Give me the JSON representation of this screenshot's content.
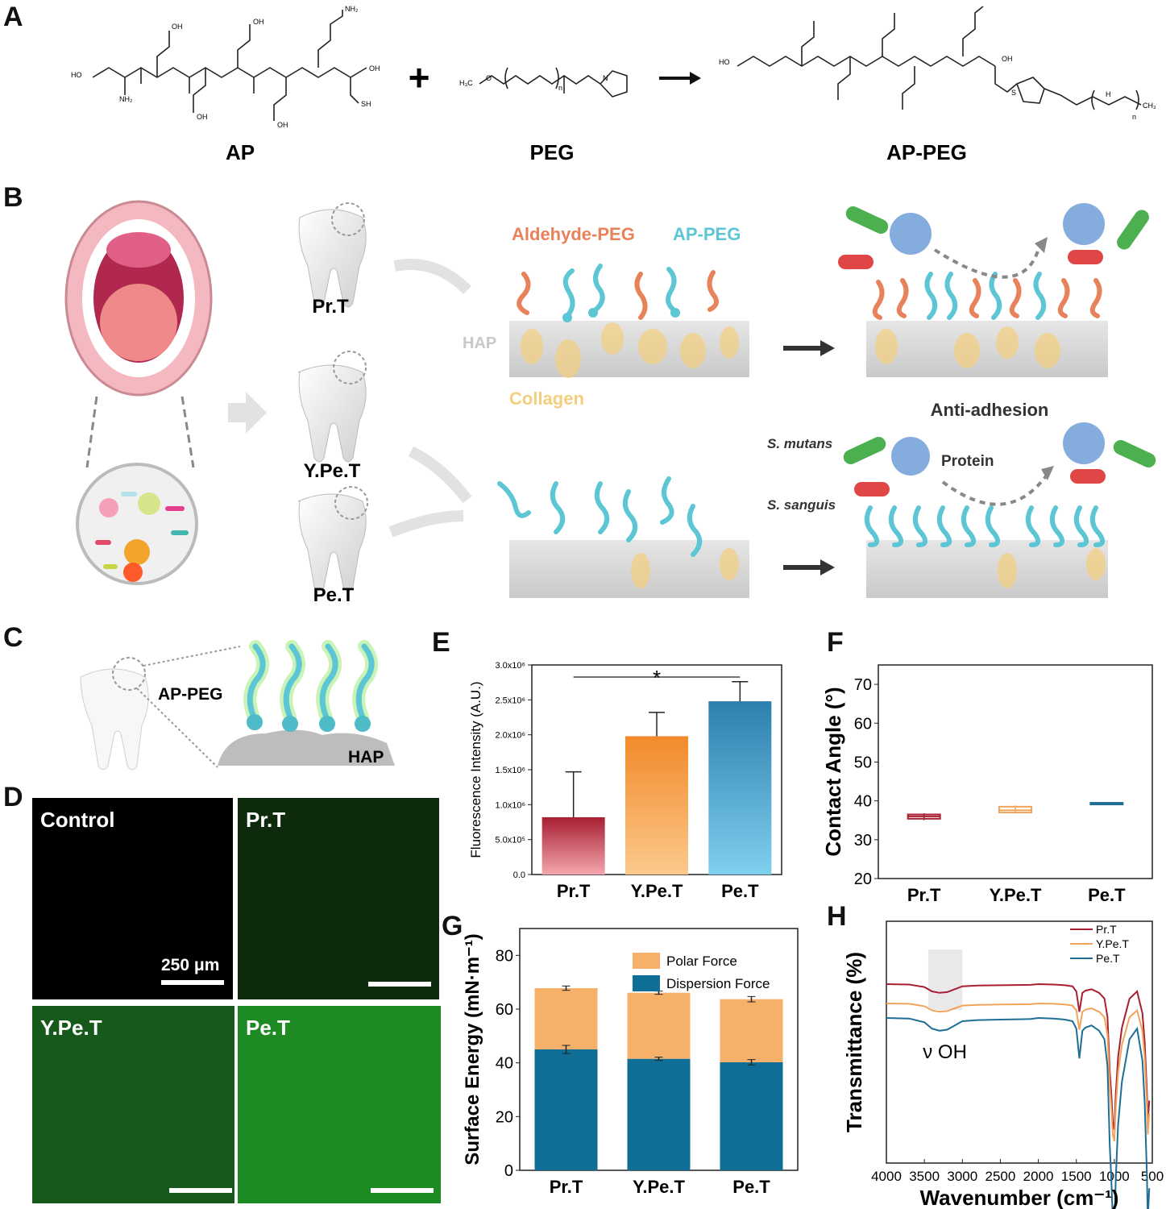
{
  "panels": {
    "A": "A",
    "B": "B",
    "C": "C",
    "D": "D",
    "E": "E",
    "F": "F",
    "G": "G",
    "H": "H"
  },
  "panel_a": {
    "reactant1": "AP",
    "reactant2": "PEG",
    "product": "AP-PEG",
    "plus": "+",
    "chem_labels": {
      "ho": "HO",
      "oh": "OH",
      "nh2": "NH₂",
      "sh": "SH",
      "s": "S",
      "h3co": "H₃C",
      "o": "O",
      "n": "n",
      "ch3": "CH₃",
      "h": "H",
      "ncap": "N"
    }
  },
  "panel_b": {
    "tooth1": "Pr.T",
    "tooth2": "Y.Pe.T",
    "tooth3": "Pe.T",
    "aldehyde_peg": "Aldehyde-PEG",
    "ap_peg": "AP-PEG",
    "hap": "HAP",
    "collagen": "Collagen",
    "anti_adhesion": "Anti-adhesion",
    "s_mutans": "S. mutans",
    "s_sanguis": "S. sanguis",
    "protein": "Protein",
    "colors": {
      "aldehyde": "#e8825a",
      "ap": "#5cc6d4",
      "collagen": "#f3cf7d",
      "bacteria_green": "#4caf50",
      "bacteria_red": "#e04646"
    }
  },
  "panel_c": {
    "ap_peg": "AP-PEG",
    "hap": "HAP"
  },
  "panel_d": {
    "tiles": [
      {
        "label": "Control",
        "color": "#000000"
      },
      {
        "label": "Pr.T",
        "color": "#0d2a0c"
      },
      {
        "label": "Y.Pe.T",
        "color": "#16591a"
      },
      {
        "label": "Pe.T",
        "color": "#1d8a24"
      }
    ],
    "scalebar_text": "250 μm"
  },
  "chart_data": [
    {
      "panel": "E",
      "type": "bar",
      "categories": [
        "Pr.T",
        "Y.Pe.T",
        "Pe.T"
      ],
      "values": [
        820000,
        1980000,
        2480000
      ],
      "errors": [
        650000,
        340000,
        280000
      ],
      "ylabel": "Fluorescence Intensity (A.U.)",
      "ylim": [
        0,
        3000000
      ],
      "yticks": [
        "0.0",
        "5.0x10⁵",
        "1.0x10⁶",
        "1.5x10⁶",
        "2.0x10⁶",
        "2.5x10⁶",
        "3.0x10⁶"
      ],
      "significance": "*",
      "colors": [
        [
          "#a71f33",
          "#f4a6ae"
        ],
        [
          "#f28a2a",
          "#fbc98c"
        ],
        [
          "#2d7fae",
          "#7fcfee"
        ]
      ]
    },
    {
      "panel": "F",
      "type": "box",
      "categories": [
        "Pr.T",
        "Y.Pe.T",
        "Pe.T"
      ],
      "boxes": [
        {
          "min": 35.0,
          "q1": 35.4,
          "median": 36.0,
          "q3": 36.5,
          "max": 36.8
        },
        {
          "min": 36.8,
          "q1": 37.0,
          "median": 37.6,
          "q3": 38.5,
          "max": 38.8
        },
        {
          "min": 39.1,
          "q1": 39.2,
          "median": 39.4,
          "q3": 39.5,
          "max": 39.6
        }
      ],
      "ylabel": "Contact Angle (°)",
      "ylim": [
        20,
        75
      ],
      "yticks": [
        20,
        30,
        40,
        50,
        60,
        70
      ],
      "colors": [
        "#a71f33",
        "#f2a45a",
        "#1e6e95"
      ]
    },
    {
      "panel": "G",
      "type": "stacked-bar",
      "categories": [
        "Pr.T",
        "Y.Pe.T",
        "Pe.T"
      ],
      "series": [
        {
          "name": "Dispersion Force",
          "values": [
            45,
            41.5,
            40.2
          ],
          "errors": [
            1.5,
            0.6,
            1.0
          ]
        },
        {
          "name": "Polar Force",
          "values": [
            22.8,
            24.6,
            23.5
          ],
          "errors": [
            0.8,
            0.6,
            1.0
          ]
        }
      ],
      "ylabel": "Surface Energy (mN·m⁻¹)",
      "ylim": [
        0,
        90
      ],
      "yticks": [
        0,
        20,
        40,
        60,
        80
      ],
      "legend": "top-right",
      "colors": {
        "Dispersion Force": "#0e6e96",
        "Polar Force": "#f6b06a"
      }
    },
    {
      "panel": "H",
      "type": "line",
      "xlabel": "Wavenumber (cm⁻¹)",
      "ylabel": "Transmittance (%)",
      "xlim": [
        4000,
        500
      ],
      "xticks": [
        4000,
        3500,
        3000,
        2500,
        2000,
        1500,
        1000,
        500
      ],
      "annotation": "ν OH",
      "highlight_range": [
        3450,
        3000
      ],
      "series": [
        {
          "name": "Pr.T",
          "color": "#a71f33",
          "offset": 0
        },
        {
          "name": "Y.Pe.T",
          "color": "#f2a45a",
          "offset": 1
        },
        {
          "name": "Pe.T",
          "color": "#1e6e95",
          "offset": 2
        }
      ],
      "x": [
        4000,
        3700,
        3500,
        3400,
        3300,
        3200,
        3100,
        3000,
        2800,
        2500,
        2100,
        2000,
        1800,
        1650,
        1550,
        1500,
        1460,
        1420,
        1380,
        1300,
        1200,
        1130,
        1090,
        1060,
        1040,
        1020,
        1000,
        980,
        950,
        900,
        800,
        700,
        630,
        600,
        570,
        560,
        540
      ],
      "y_relative": [
        0,
        0.5,
        4,
        10,
        12,
        11,
        7,
        3,
        2,
        1.5,
        1,
        0,
        0.5,
        1.5,
        3,
        10,
        38,
        12,
        9,
        7,
        12,
        20,
        45,
        120,
        150,
        190,
        200,
        150,
        100,
        60,
        20,
        10,
        40,
        80,
        150,
        190,
        160
      ]
    }
  ]
}
